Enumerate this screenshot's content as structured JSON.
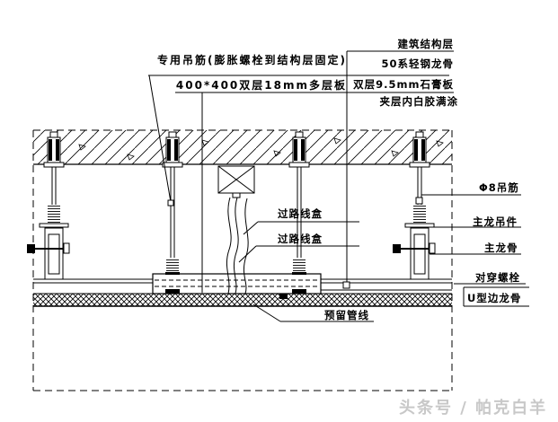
{
  "labels": {
    "special_hanger": "专用吊筋(膨胀螺栓到结构层固定)",
    "plywood_board": "400*400双层18mm多层板",
    "structure_layer": "建筑结构层",
    "steel_keel": "50系轻钢龙骨",
    "gypsum_board": "双层9.5mm石膏板",
    "white_glue": "夹层内白胶满涂",
    "phi8_rod": "Φ8吊筋",
    "keel_hanger": "主龙吊件",
    "main_keel": "主龙骨",
    "through_bolt": "对穿螺栓",
    "u_edge_keel": "U型边龙骨",
    "wire_box_upper": "过路线盒",
    "wire_box_lower": "过路线盒",
    "reserved_pipeline": "预留管线"
  },
  "watermark": {
    "text": "头条号 / 帕克白羊"
  },
  "colors": {
    "line": "#000000",
    "background": "#ffffff",
    "watermark": "#c8c8c8"
  }
}
